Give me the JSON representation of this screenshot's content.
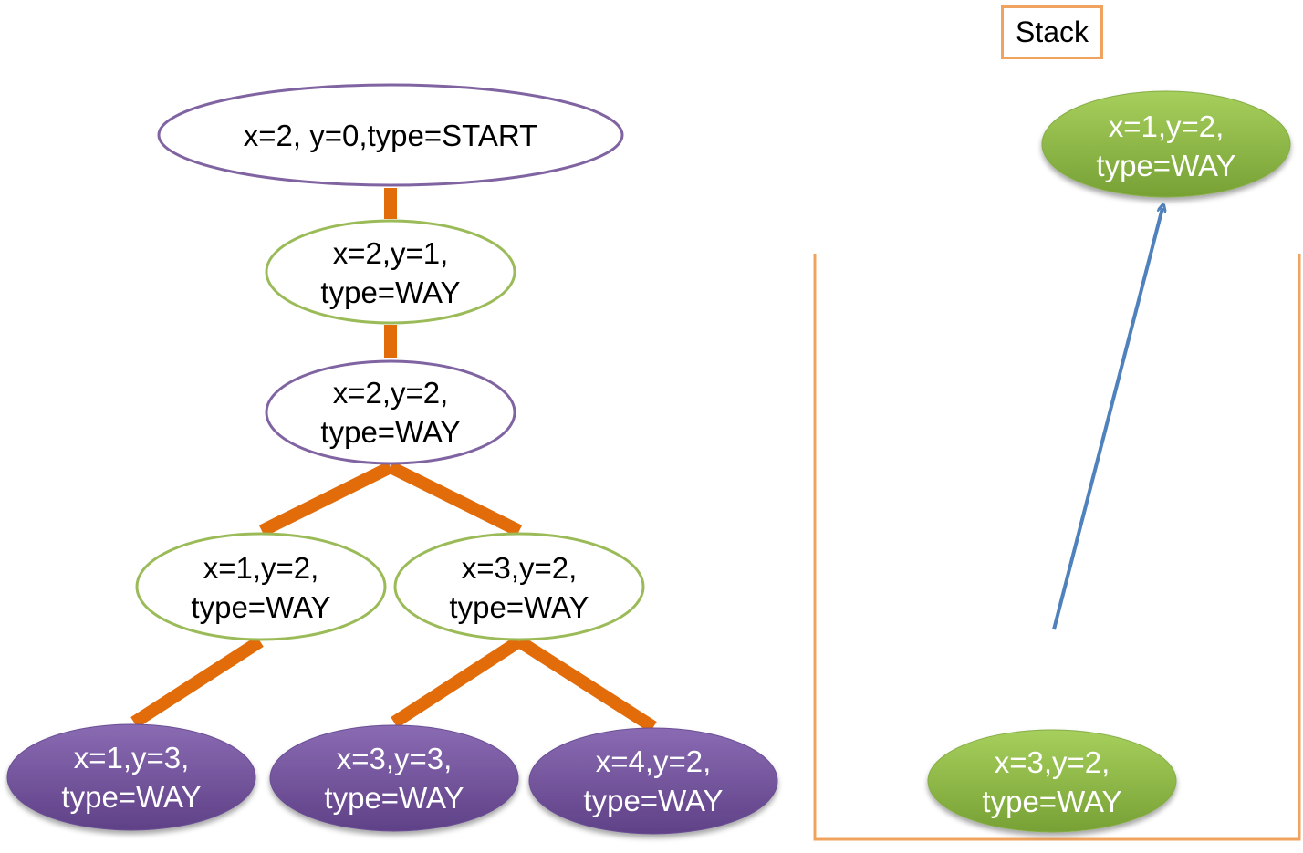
{
  "colors": {
    "edge": "#e36c0a",
    "purple_outline": "#8064a2",
    "green_outline": "#9bbb59",
    "purple_fill_top": "#8a6bb3",
    "purple_fill_bottom": "#5f4187",
    "green_fill_top": "#a6cf5c",
    "green_fill_bottom": "#77a135",
    "stack_border": "#f0a35e",
    "arrow": "#4f81bd"
  },
  "stack": {
    "title": "Stack"
  },
  "tree": {
    "root": {
      "line1": "x=2, y=0,type=START",
      "line2": ""
    },
    "n1": {
      "line1": "x=2,y=1,",
      "line2": "type=WAY"
    },
    "n2": {
      "line1": "x=2,y=2,",
      "line2": "type=WAY"
    },
    "n3": {
      "line1": "x=1,y=2,",
      "line2": "type=WAY"
    },
    "n4": {
      "line1": "x=3,y=2,",
      "line2": "type=WAY"
    },
    "n5": {
      "line1": "x=1,y=3,",
      "line2": "type=WAY"
    },
    "n6": {
      "line1": "x=3,y=3,",
      "line2": "type=WAY"
    },
    "n7": {
      "line1": "x=4,y=2,",
      "line2": "type=WAY"
    }
  },
  "stack_items": {
    "popped": {
      "line1": "x=1,y=2,",
      "line2": "type=WAY"
    },
    "bottom": {
      "line1": "x=3,y=2,",
      "line2": "type=WAY"
    }
  }
}
